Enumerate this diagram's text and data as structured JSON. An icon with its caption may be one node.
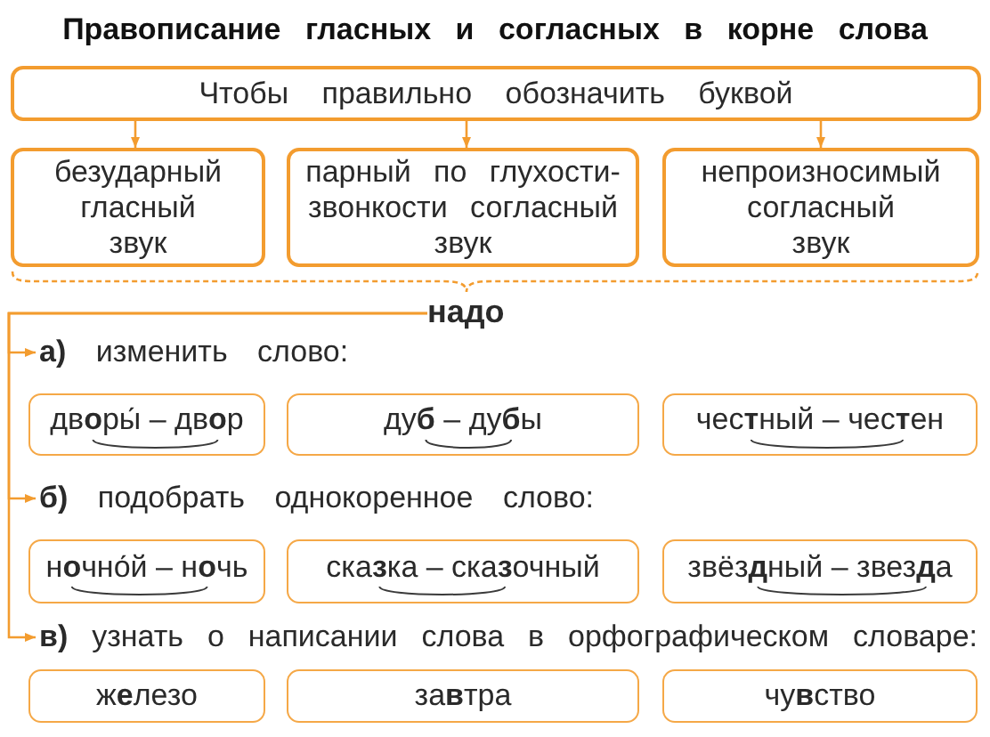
{
  "diagram": {
    "title": "Правописание гласных и согласных в корне слова",
    "nodes": [
      {
        "text": [
          "Чтобы правильно обозначить буквой"
        ]
      },
      {
        "text": [
          "безударный гласный звук"
        ]
      },
      {
        "text": [
          "парный по глухости-звонкости согласный звук"
        ]
      },
      {
        "text": [
          "непроизносимый согласный звук"
        ]
      },
      {
        "text": [
          "надо"
        ]
      },
      {
        "text": [
          "**а)** изменить слово:"
        ]
      },
      {
        "text": [
          "дв**о**ры́ – дв**о**р"
        ]
      },
      {
        "text": [
          "ду**б** – ду**б**ы"
        ]
      },
      {
        "text": [
          "чес**т**ный – чес**т**ен"
        ]
      },
      {
        "text": [
          "**б)** подобрать однокоренное слово:"
        ]
      },
      {
        "text": [
          "н**о**чно́й – н**о**чь"
        ]
      },
      {
        "text": [
          "ска**з**ка – ска**з**очный"
        ]
      },
      {
        "text": [
          "звёз**д**ный – звез**д**а"
        ]
      },
      {
        "text": [
          "**в)** узнать о написании слова в орфографическом словаре:"
        ]
      },
      {
        "text": [
          "ж**е**лезо"
        ]
      },
      {
        "text": [
          "за**в**тра"
        ]
      },
      {
        "text": [
          "чу**в**ство"
        ]
      }
    ],
    "edges": [
      {
        "from": 0,
        "to": 1,
        "arrow": "to"
      },
      {
        "from": 0,
        "to": 2,
        "arrow": "to"
      },
      {
        "from": 0,
        "to": 3,
        "arrow": "to"
      },
      {
        "from": 4,
        "to": 5,
        "arrow": "to"
      },
      {
        "from": 4,
        "to": 9,
        "arrow": "to"
      },
      {
        "from": 4,
        "to": 13,
        "arrow": "to"
      }
    ]
  }
}
